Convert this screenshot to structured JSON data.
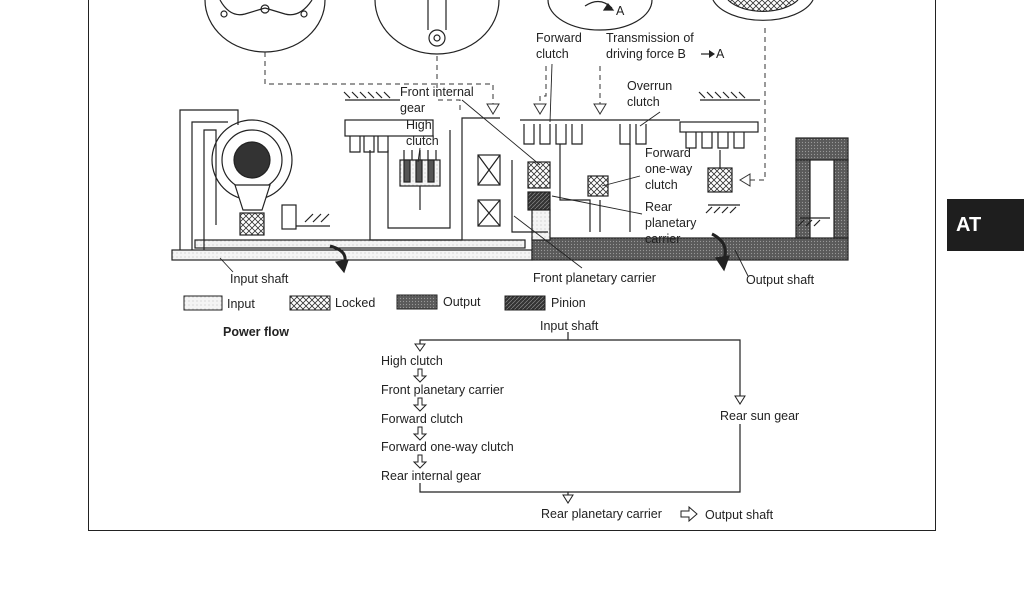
{
  "side_tab": {
    "label": "AT"
  },
  "schematic_labels": {
    "forward_clutch": [
      "Forward",
      "clutch"
    ],
    "transmission_force": [
      "Transmission of",
      "driving force B",
      "A"
    ],
    "arrow_a": "A",
    "front_internal_gear": [
      "Front internal",
      "gear"
    ],
    "overrun_clutch": [
      "Overrun",
      "clutch"
    ],
    "high_clutch": [
      "High",
      "clutch"
    ],
    "forward_one_way_clutch": [
      "Forward",
      "one-way",
      "clutch"
    ],
    "rear_planetary_carrier": [
      "Rear",
      "planetary",
      "carrier"
    ],
    "input_shaft": "Input shaft",
    "front_planetary_carrier": "Front planetary carrier",
    "output_shaft": "Output shaft"
  },
  "legend": {
    "items": [
      {
        "label": "Input",
        "pattern": "input"
      },
      {
        "label": "Locked",
        "pattern": "locked"
      },
      {
        "label": "Output",
        "pattern": "output"
      },
      {
        "label": "Pinion",
        "pattern": "pinion"
      }
    ]
  },
  "power_flow": {
    "title": "Power flow",
    "top": "Input shaft",
    "left_chain": [
      "High clutch",
      "Front planetary carrier",
      "Forward clutch",
      "Forward one-way clutch",
      "Rear internal gear"
    ],
    "right_branch": "Rear sun gear",
    "bottom": "Rear planetary carrier",
    "result": "Output shaft"
  }
}
